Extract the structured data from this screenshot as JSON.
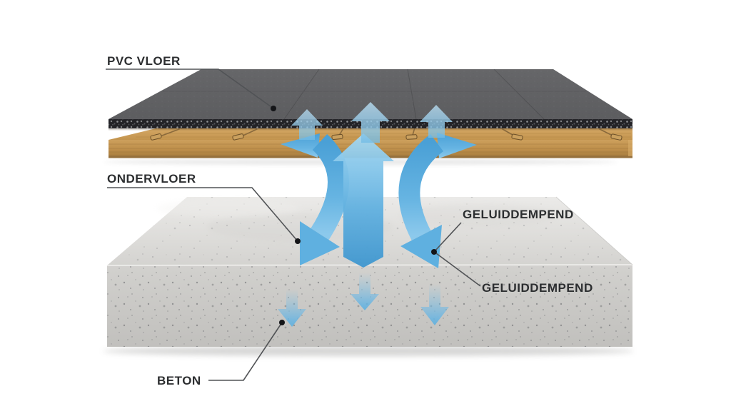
{
  "diagram": {
    "background": "#ffffff",
    "labels": {
      "pvc_floor": "PVC VLOER",
      "underlayment": "ONDERVLOER",
      "sound_damping_upper": "GELUIDDEMPEND",
      "sound_damping_lower": "GELUIDDEMPEND",
      "concrete": "BETON"
    },
    "colors": {
      "label_text": "#2c2e30",
      "leader_line": "#515356",
      "leader_dot": "#141518",
      "arrow_blue": "#4aa2d8",
      "arrow_blue_light": "#a5d8f2",
      "pvc_surface": "#606163",
      "pvc_edge_speckled": "#232327",
      "wood_underlayment": "#c5984f",
      "concrete_top": "#dededb",
      "concrete_front": "#c9c8c5"
    }
  }
}
